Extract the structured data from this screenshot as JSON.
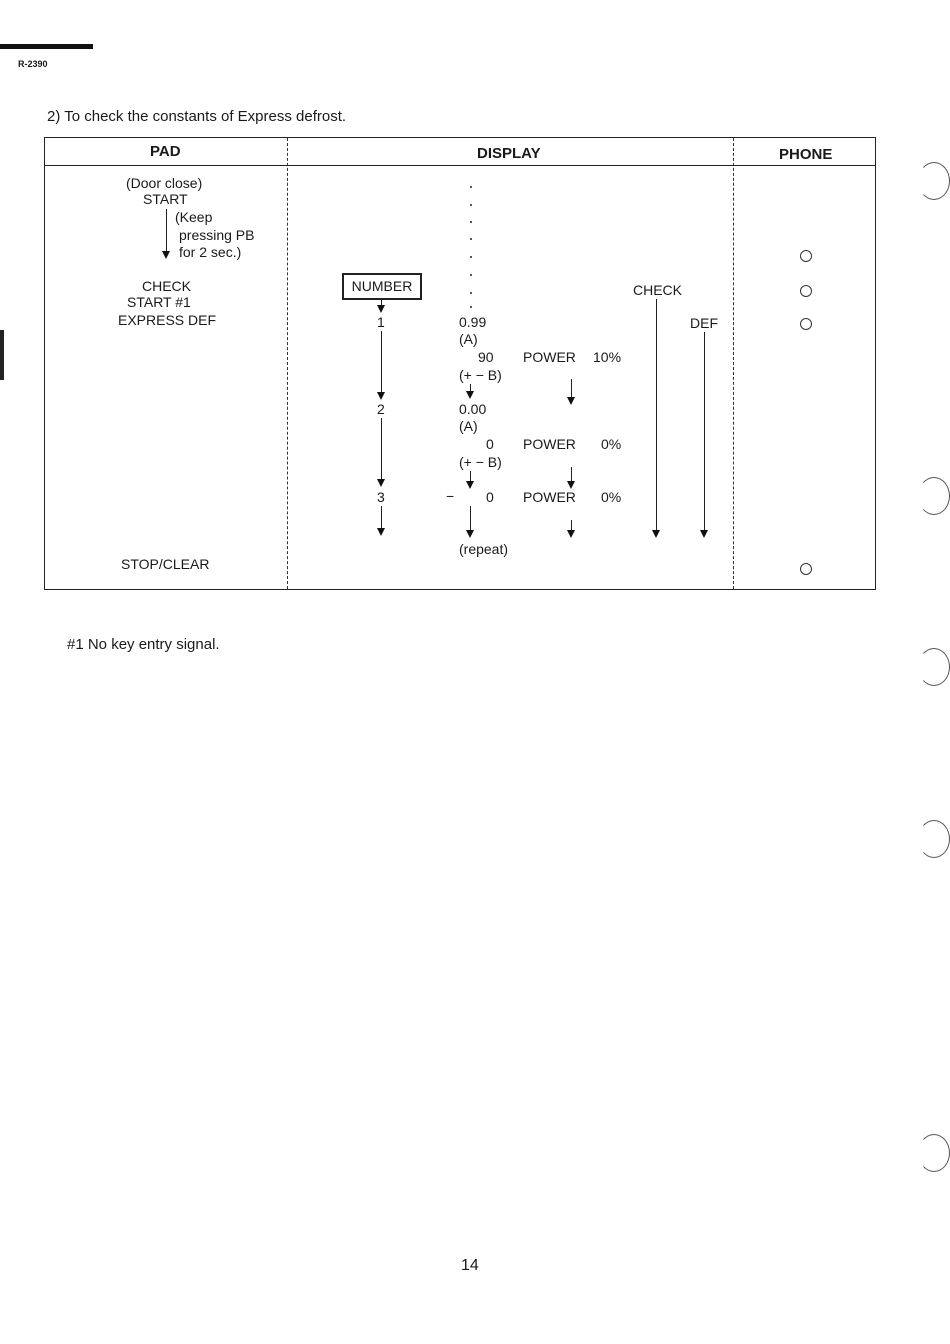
{
  "header": {
    "model": "R-2390"
  },
  "heading": "2) To check the constants of Express defrost.",
  "table": {
    "columns": [
      "PAD",
      "DISPLAY",
      "PHONE"
    ],
    "pad": {
      "door_close": "(Door close)",
      "start": "START",
      "keep": "(Keep",
      "pressing": "pressing PB",
      "for2sec": "for 2 sec.)",
      "check": "CHECK",
      "start1": "START  #1",
      "express_def": "EXPRESS DEF",
      "stop_clear": "STOP/CLEAR"
    },
    "display": {
      "number": "NUMBER",
      "check": "CHECK",
      "def": "DEF",
      "step1": "1",
      "step2": "2",
      "step3": "3",
      "v099": "0.99",
      "a1": "(A)",
      "v90": "90",
      "power1": "POWER",
      "p10": "10%",
      "b1": "(+ − B)",
      "v000": "0.00",
      "a2": "(A)",
      "v0a": "0",
      "power2": "POWER",
      "p0a": "0%",
      "b2": "(+ − B)",
      "dash": "−",
      "v0b": "0",
      "power3": "POWER",
      "p0b": "0%",
      "repeat": "(repeat)"
    },
    "phone_marks": [
      "circle",
      "circle",
      "circle",
      "circle"
    ]
  },
  "footnote": "#1  No key entry signal.",
  "page_number": "14"
}
